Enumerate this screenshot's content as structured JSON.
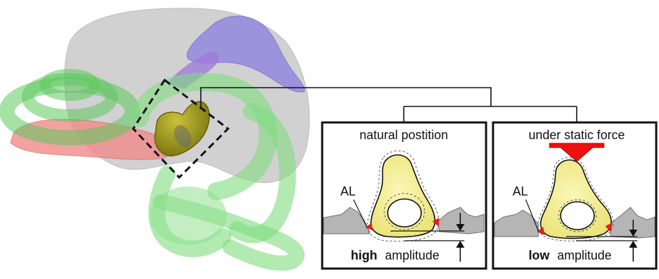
{
  "left_panel": {
    "title": "natural postition",
    "al_label": "AL",
    "amplitude_bold": "high",
    "amplitude_word": "amplitude"
  },
  "right_panel": {
    "title": "under static force",
    "al_label": "AL",
    "amplitude_bold": "low",
    "amplitude_word": "amplitude"
  },
  "colors": {
    "bone_yellow": "#f4ee8a",
    "stapes_olive": "#9a9418",
    "cochlea_green": "#8fe08f",
    "vestibule_red": "#f08080",
    "nerve_blue": "#8080e0",
    "brain_gray": "#b8b8b8",
    "ligament_red": "#e02020",
    "force_arrow_red": "#ee1111"
  }
}
